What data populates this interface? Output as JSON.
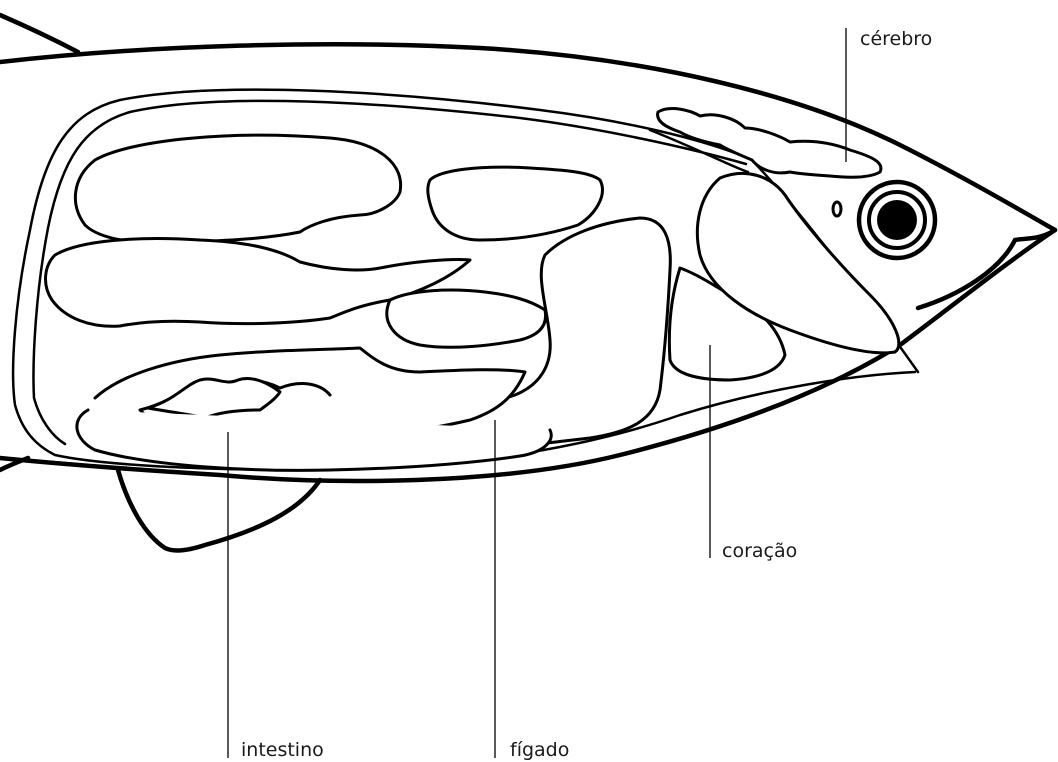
{
  "diagram": {
    "colors": {
      "line": "#000000",
      "background": "#ffffff",
      "eye": "#000000"
    },
    "labels": {
      "brain": "cérebro",
      "heart": "coração",
      "liver": "fígado",
      "intestine": "intestino"
    }
  }
}
